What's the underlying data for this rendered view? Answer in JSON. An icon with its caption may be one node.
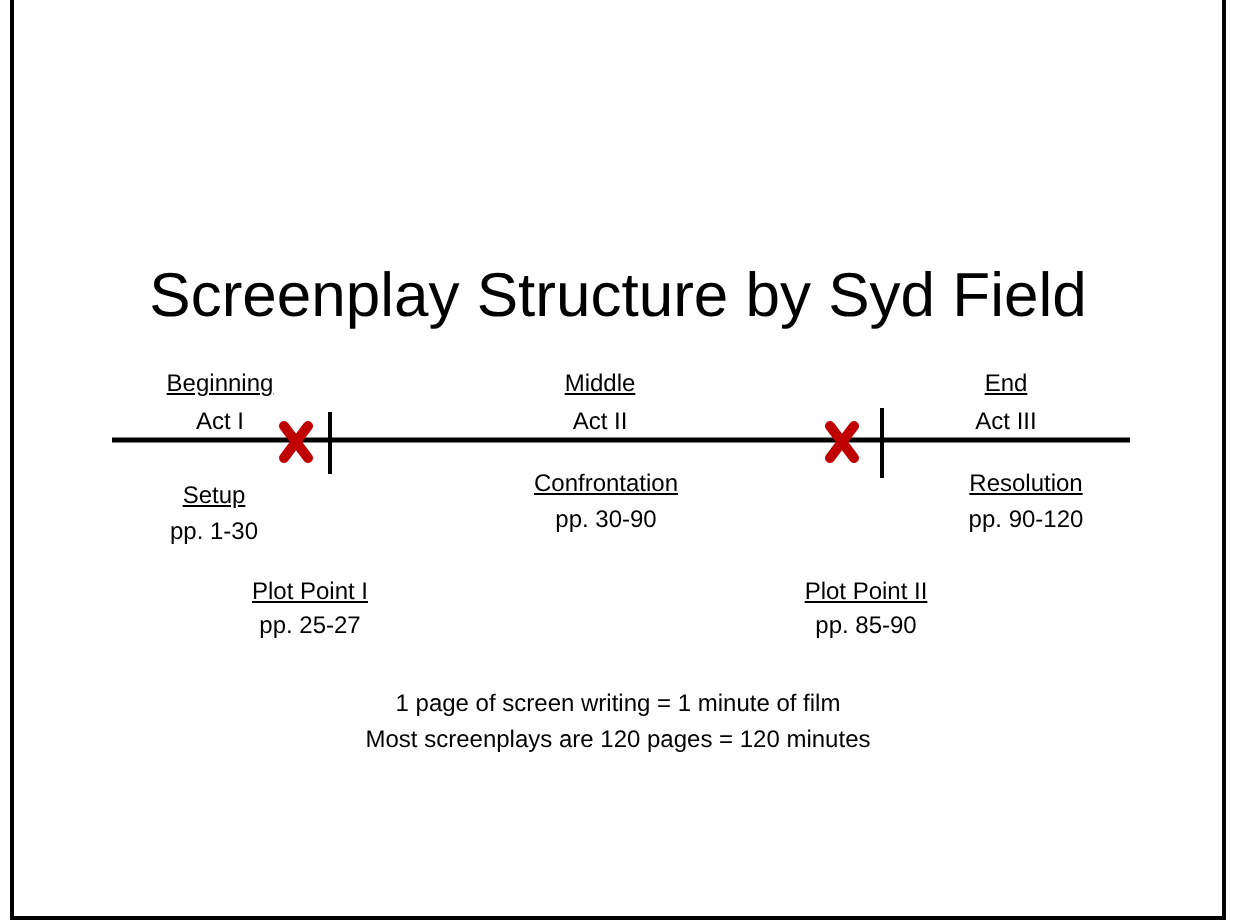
{
  "diagram": {
    "title": "Screenplay Structure by Syd Field",
    "labels": [
      "Beginning",
      "Act I",
      "Middle",
      "Act II",
      "End",
      "Act III",
      "Setup",
      "pp. 1-30",
      "Confrontation",
      "pp. 30-90",
      "Resolution",
      "pp. 90-120",
      "Plot Point I",
      "pp. 25-27",
      "Plot Point II",
      "pp. 85-90",
      "1 page of screen writing = 1 minute of film",
      "Most screenplays are 120 pages = 120 minutes"
    ]
  }
}
